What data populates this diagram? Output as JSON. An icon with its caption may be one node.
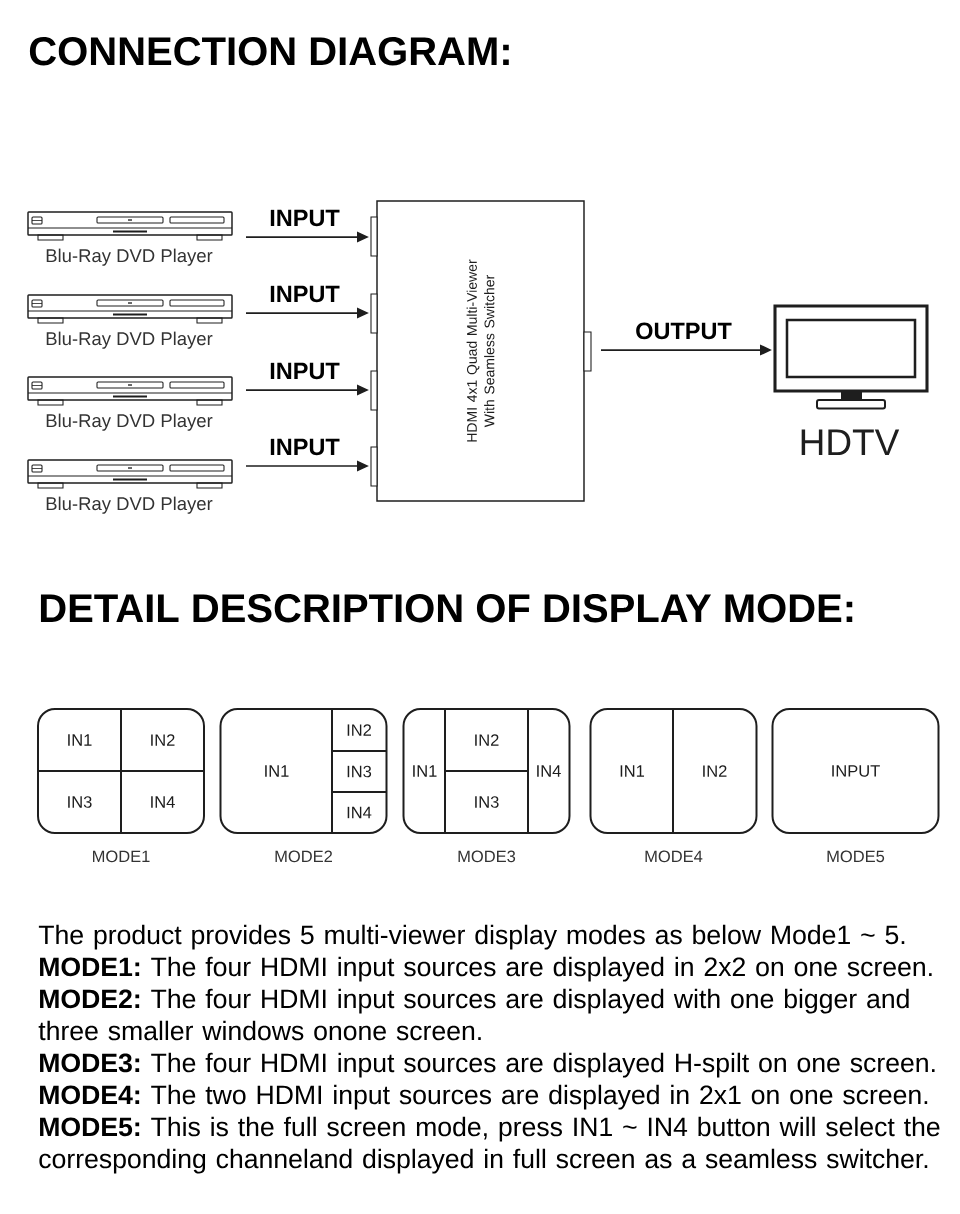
{
  "diagram": {
    "title": "CONNECTION DIAGRAM:",
    "nodes": [
      {
        "text": [],
        "shape": "picture",
        "beside": [
          "Blu-Ray DVD Player"
        ]
      },
      {
        "text": [],
        "shape": "picture",
        "beside": [
          "Blu-Ray DVD Player"
        ]
      },
      {
        "text": [],
        "shape": "picture",
        "beside": [
          "Blu-Ray DVD Player"
        ]
      },
      {
        "text": [],
        "shape": "picture",
        "beside": [
          "Blu-Ray DVD Player"
        ]
      },
      {
        "text": [
          "HDMI 4x1 Quad Multi-Viewer With Seamless Switcher"
        ]
      },
      {
        "text": [],
        "shape": "picture",
        "beside": [
          "HDTV"
        ]
      },
      {
        "text": [],
        "shape": "box",
        "beside": [
          "MODE1"
        ]
      },
      {
        "text": [
          "IN1"
        ],
        "in": 6
      },
      {
        "text": [
          "IN2"
        ],
        "in": 6
      },
      {
        "text": [
          "IN3"
        ],
        "in": 6
      },
      {
        "text": [
          "IN4"
        ],
        "in": 6
      },
      {
        "text": [],
        "shape": "box",
        "beside": [
          "MODE2"
        ]
      },
      {
        "text": [
          "IN1"
        ],
        "in": 11
      },
      {
        "text": [
          "IN2"
        ],
        "in": 11
      },
      {
        "text": [
          "IN3"
        ],
        "in": 11
      },
      {
        "text": [
          "IN4"
        ],
        "in": 11
      },
      {
        "text": [],
        "shape": "box",
        "beside": [
          "MODE3"
        ]
      },
      {
        "text": [
          "IN1"
        ],
        "in": 16
      },
      {
        "text": [
          "IN2"
        ],
        "in": 16
      },
      {
        "text": [
          "IN3"
        ],
        "in": 16
      },
      {
        "text": [
          "IN4"
        ],
        "in": 16
      },
      {
        "text": [],
        "shape": "box",
        "beside": [
          "MODE4"
        ]
      },
      {
        "text": [
          "IN1"
        ],
        "in": 21
      },
      {
        "text": [
          "IN2"
        ],
        "in": 21
      },
      {
        "text": [
          "INPUT"
        ],
        "beside": [
          "MODE5"
        ]
      }
    ],
    "edges": [
      {
        "from": 0,
        "to": 4,
        "arrow": "to",
        "label": "INPUT"
      },
      {
        "from": 1,
        "to": 4,
        "arrow": "to",
        "label": "INPUT"
      },
      {
        "from": 2,
        "to": 4,
        "arrow": "to",
        "label": "INPUT"
      },
      {
        "from": 3,
        "to": 4,
        "arrow": "to",
        "label": "INPUT"
      },
      {
        "from": 4,
        "to": 5,
        "arrow": "to",
        "label": "OUTPUT"
      }
    ],
    "labels": [
      "DETAIL DESCRIPTION OF DISPLAY MODE:",
      "The product provides 5 multi-viewer display modes as below Mode1 ~ 5.",
      "**MODE1:** The four HDMI input sources are displayed in 2x2 on one screen.",
      "**MODE2:** The four HDMI input sources are displayed with one bigger and three smaller windows onone screen.",
      "**MODE3:** The four HDMI input sources are displayed H-spilt on one screen.",
      "**MODE4:** The two HDMI input sources are displayed in 2x1 on one screen.",
      "**MODE5:** This is the full screen mode, press IN1 ~ IN4 button will select the corresponding channeland displayed in full screen as a seamless switcher."
    ]
  }
}
